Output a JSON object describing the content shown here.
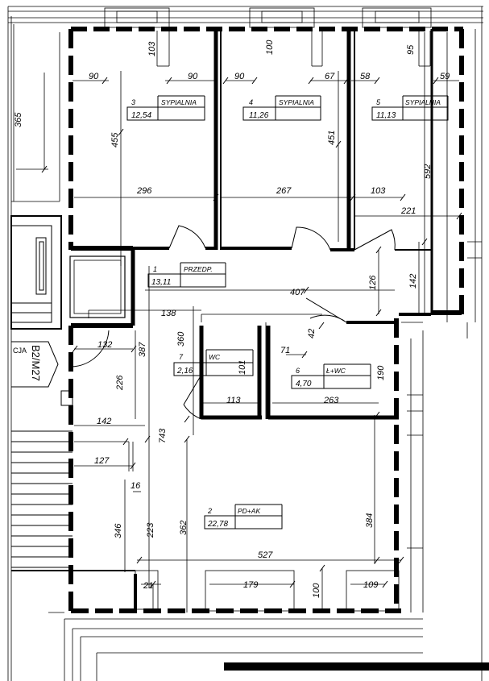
{
  "rooms": [
    {
      "id": "room-3",
      "number": "3",
      "name": "SYPIALNIA",
      "area": "12,54"
    },
    {
      "id": "room-4",
      "number": "4",
      "name": "SYPIALNIA",
      "area": "11,26"
    },
    {
      "id": "room-5",
      "number": "5",
      "name": "SYPIALNIA",
      "area": "11,13"
    },
    {
      "id": "room-1",
      "number": "1",
      "name": "PRZEDP.",
      "area": "13,11"
    },
    {
      "id": "room-7",
      "number": "7",
      "name": "WC",
      "area": "2,16"
    },
    {
      "id": "room-6",
      "number": "6",
      "name": "Ł+WC",
      "area": "4,70"
    },
    {
      "id": "room-2",
      "number": "2",
      "name": "PD+AK",
      "area": "22,78"
    }
  ],
  "dimensions": {
    "d_103": "103",
    "d_100": "100",
    "d_95": "95",
    "d_365": "365",
    "d_90a": "90",
    "d_90b": "90",
    "d_90c": "90",
    "d_67": "67",
    "d_58": "58",
    "d_59": "59",
    "d_455": "455",
    "d_451": "451",
    "d_592": "592",
    "d_296": "296",
    "d_267": "267",
    "d_103b": "103",
    "d_221": "221",
    "d_126": "126",
    "d_142": "142",
    "d_407": "407",
    "d_138": "138",
    "d_360": "360",
    "d_42": "42",
    "d_132": "132",
    "d_387": "387",
    "d_71": "71",
    "d_101": "101",
    "d_190": "190",
    "d_226": "226",
    "d_113": "113",
    "d_263": "263",
    "d_142b": "142",
    "d_743": "743",
    "d_127": "127",
    "d_16": "16",
    "d_346": "346",
    "d_223": "223",
    "d_362": "362",
    "d_384": "384",
    "d_527": "527",
    "d_21": "21",
    "d_179": "179",
    "d_100b": "100",
    "d_109": "109"
  },
  "stair_label": "B2/M27",
  "cut_label": "CJA"
}
